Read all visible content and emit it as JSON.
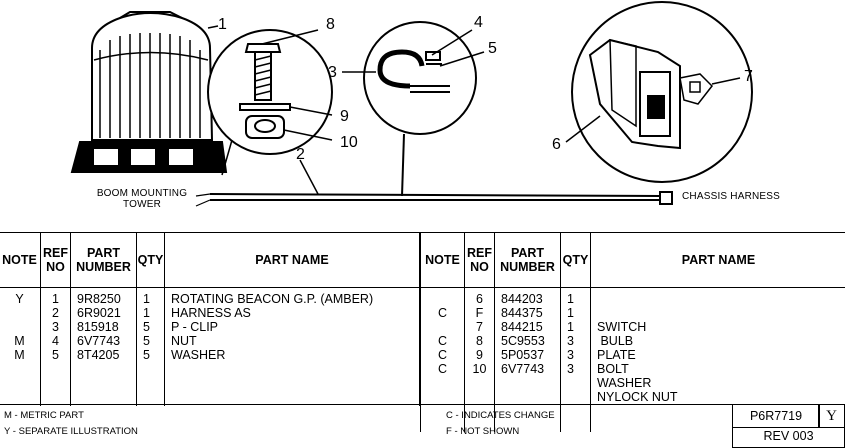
{
  "callouts": [
    "1",
    "8",
    "4",
    "5",
    "3",
    "9",
    "10",
    "2",
    "6",
    "7"
  ],
  "diagram_labels": {
    "boom_tower": "BOOM MOUNTING",
    "boom_tower2": "TOWER",
    "chassis": "CHASSIS HARNESS"
  },
  "table_headers": {
    "note": "NOTE",
    "ref_no": [
      "REF",
      "NO"
    ],
    "part_number": [
      "PART",
      "NUMBER"
    ],
    "qty": "QTY",
    "part_name": "PART NAME"
  },
  "left_rows": [
    {
      "note": "Y",
      "ref": "1",
      "part_number": "9R8250",
      "qty": "1",
      "name": "ROTATING BEACON G.P. (AMBER)"
    },
    {
      "note": "",
      "ref": "2",
      "part_number": "6R9021",
      "qty": "1",
      "name": "HARNESS AS"
    },
    {
      "note": "",
      "ref": "3",
      "part_number": "815918",
      "qty": "5",
      "name": "P - CLIP"
    },
    {
      "note": "M",
      "ref": "4",
      "part_number": "6V7743",
      "qty": "5",
      "name": "NUT"
    },
    {
      "note": "M",
      "ref": "5",
      "part_number": "8T4205",
      "qty": "5",
      "name": "WASHER"
    }
  ],
  "right_rows": [
    {
      "note": "",
      "ref": "6",
      "part_number": "844203",
      "qty": "1",
      "name": "SWITCH"
    },
    {
      "note": "C",
      "ref": "F",
      "part_number": "844375",
      "qty": "1",
      "name": " BULB"
    },
    {
      "note": "",
      "ref": "7",
      "part_number": "844215",
      "qty": "1",
      "name": "PLATE"
    },
    {
      "note": "C",
      "ref": "8",
      "part_number": "5C9553",
      "qty": "3",
      "name": "BOLT"
    },
    {
      "note": "C",
      "ref": "9",
      "part_number": "5P0537",
      "qty": "3",
      "name": "WASHER"
    },
    {
      "note": "C",
      "ref": "10",
      "part_number": "6V7743",
      "qty": "3",
      "name": "NYLOCK NUT"
    }
  ],
  "legend": {
    "metric": "M - METRIC PART",
    "separate": "Y - SEPARATE ILLUSTRATION",
    "change": "C - INDICATES CHANGE",
    "not_shown": "F - NOT SHOWN"
  },
  "doc": {
    "number": "P6R7719",
    "mark": "Y",
    "rev": "REV 003"
  }
}
